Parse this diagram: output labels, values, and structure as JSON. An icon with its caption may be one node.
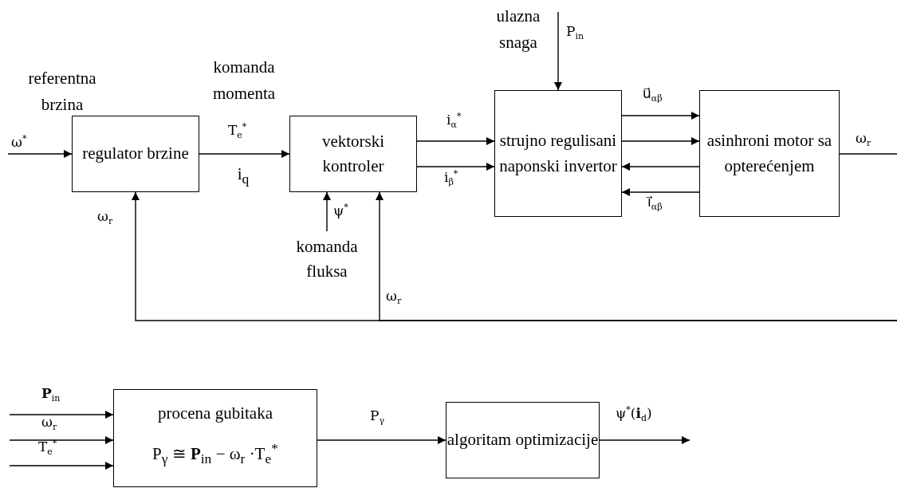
{
  "diagram": {
    "nodes": [
      {
        "text": [
          "regulator brzine"
        ]
      },
      {
        "text": [
          "vektorski kontroler"
        ]
      },
      {
        "text": [
          "strujno regulisani naponski invertor"
        ]
      },
      {
        "text": [
          "asinhroni motor sa opterećenjem"
        ]
      },
      {
        "text": [
          "procena gubitaka",
          "P$_{γ}$ ≅ **P**$_{in}$ − ω$_{r}$ ·T$_{e}$$^{*}$"
        ]
      },
      {
        "text": [
          "algoritam optimizacije"
        ]
      },
      {
        "text": [
          "komanda fluksa"
        ]
      }
    ],
    "edges": [
      {
        "from": null,
        "to": 0,
        "arrow": "to",
        "label": "ω$^{*}$"
      },
      {
        "from": 0,
        "to": 1,
        "arrow": "to",
        "label": "T$_{e}$$^{*}$"
      },
      {
        "from": 1,
        "to": 2,
        "arrow": "to",
        "label": "i$_{α}$$^{*}$"
      },
      {
        "from": 1,
        "to": 2,
        "arrow": "to",
        "label": "i$_{β}$$^{*}$"
      },
      {
        "from": null,
        "to": 2,
        "arrow": "to",
        "label": "P$_{in}$"
      },
      {
        "from": 2,
        "to": 3,
        "arrow": "to",
        "label": "u⃗$_{αβ}$"
      },
      {
        "from": 2,
        "to": 3,
        "arrow": "to"
      },
      {
        "from": 3,
        "to": 2,
        "arrow": "to"
      },
      {
        "from": 3,
        "to": 2,
        "arrow": "to",
        "label": "i⃗$_{αβ}$"
      },
      {
        "from": 3,
        "to": null,
        "arrow": "none",
        "label": "ω$_{r}$"
      },
      {
        "from": null,
        "to": 0,
        "arrow": "to",
        "label": "ω$_{r}$"
      },
      {
        "from": null,
        "to": 1,
        "arrow": "to",
        "label": "ω$_{r}$"
      },
      {
        "from": 6,
        "to": 1,
        "arrow": "to",
        "label": "ψ$^{*}$"
      },
      {
        "from": null,
        "to": 4,
        "arrow": "to",
        "label": "**P**$_{in}$"
      },
      {
        "from": null,
        "to": 4,
        "arrow": "to",
        "label": "ω$_{r}$"
      },
      {
        "from": null,
        "to": 4,
        "arrow": "to",
        "label": "T$_{e}$$^{*}$"
      },
      {
        "from": 4,
        "to": 5,
        "arrow": "to",
        "label": "P$_{γ}$"
      },
      {
        "from": 5,
        "to": null,
        "arrow": "to",
        "label": "ψ$^{*}$(**i**$_{d}$)"
      }
    ],
    "labels": [
      "referentna brzina",
      "komanda momenta",
      "i$_{q}$",
      "ulazna snaga"
    ]
  }
}
